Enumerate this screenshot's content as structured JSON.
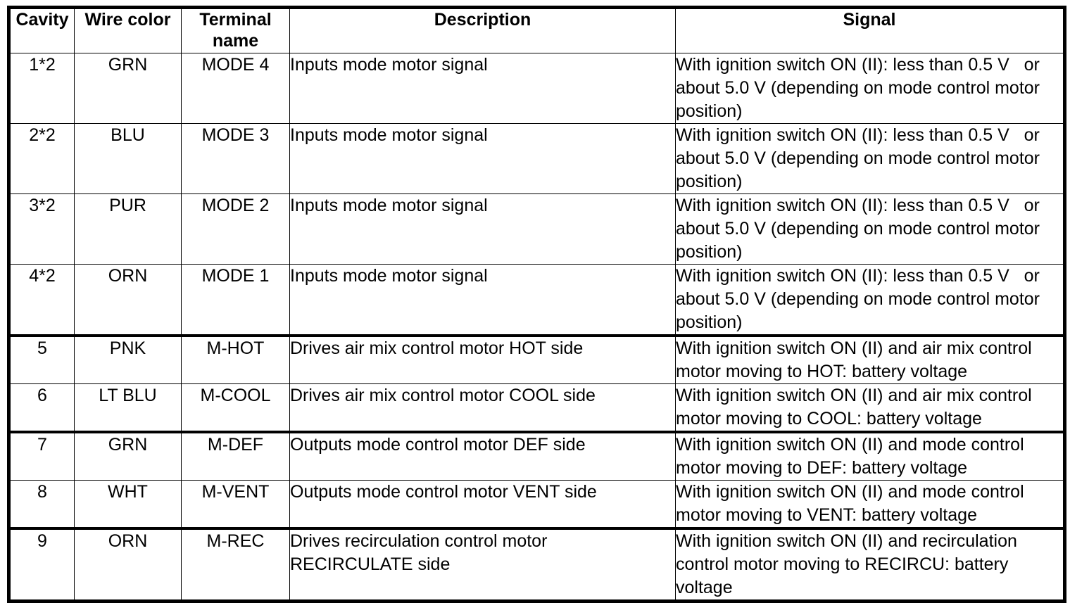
{
  "table": {
    "columns": [
      {
        "key": "cavity",
        "label": "Cavity"
      },
      {
        "key": "wire",
        "label": "Wire color"
      },
      {
        "key": "terminal",
        "label_line1": "Terminal",
        "label_line2": "name"
      },
      {
        "key": "desc",
        "label": "Description"
      },
      {
        "key": "signal",
        "label": "Signal"
      }
    ],
    "rows": [
      {
        "cavity": "1*2",
        "wire": "GRN",
        "terminal": "MODE 4",
        "description": "Inputs mode motor signal",
        "signal_line1": "With ignition switch ON (II): less than 0.5 V   or",
        "signal_line2": "about 5.0 V (depending on mode control motor",
        "signal_line3": "position)"
      },
      {
        "cavity": "2*2",
        "wire": "BLU",
        "terminal": "MODE 3",
        "description": "Inputs mode motor signal",
        "signal_line1": "With ignition switch ON (II): less than 0.5 V   or",
        "signal_line2": "about 5.0 V (depending on mode control motor",
        "signal_line3": "position)"
      },
      {
        "cavity": "3*2",
        "wire": "PUR",
        "terminal": "MODE 2",
        "description": "Inputs mode motor signal",
        "signal_line1": "With ignition switch ON (II): less than 0.5 V   or",
        "signal_line2": "about 5.0 V (depending on mode control motor",
        "signal_line3": "position)"
      },
      {
        "cavity": "4*2",
        "wire": "ORN",
        "terminal": "MODE 1",
        "description": "Inputs mode motor signal",
        "signal_line1": "With ignition switch ON (II): less than 0.5 V   or",
        "signal_line2": "about 5.0 V (depending on mode control motor",
        "signal_line3": "position)"
      },
      {
        "cavity": "5",
        "wire": "PNK",
        "terminal": "M-HOT",
        "description": "Drives air mix control motor HOT side",
        "signal_line1": "With ignition switch ON (II) and air mix control",
        "signal_line2": "motor moving to HOT: battery voltage",
        "signal_line3": ""
      },
      {
        "cavity": "6",
        "wire": "LT BLU",
        "terminal": "M-COOL",
        "description": "Drives air mix control motor COOL side",
        "signal_line1": "With ignition switch ON (II) and air mix control",
        "signal_line2": "motor moving to COOL: battery voltage",
        "signal_line3": ""
      },
      {
        "cavity": "7",
        "wire": "GRN",
        "terminal": "M-DEF",
        "description": "Outputs mode control motor DEF side",
        "signal_line1": "With ignition switch ON (II) and mode control",
        "signal_line2": "motor moving to DEF: battery voltage",
        "signal_line3": ""
      },
      {
        "cavity": "8",
        "wire": "WHT",
        "terminal": "M-VENT",
        "description": "Outputs mode control motor VENT side",
        "signal_line1": "With ignition switch ON (II) and mode control",
        "signal_line2": "motor moving to VENT: battery voltage",
        "signal_line3": ""
      },
      {
        "cavity": "9",
        "wire": "ORN",
        "terminal": "M-REC",
        "description_line1": "Drives recirculation control motor",
        "description_line2": "RECIRCULATE side",
        "signal_line1": "With ignition switch ON (II) and recirculation",
        "signal_line2": "control motor moving to RECIRCU: battery",
        "signal_line3": "voltage"
      }
    ]
  },
  "style": {
    "text_color": "#000000",
    "background_color": "#ffffff",
    "border_color": "#000000"
  }
}
